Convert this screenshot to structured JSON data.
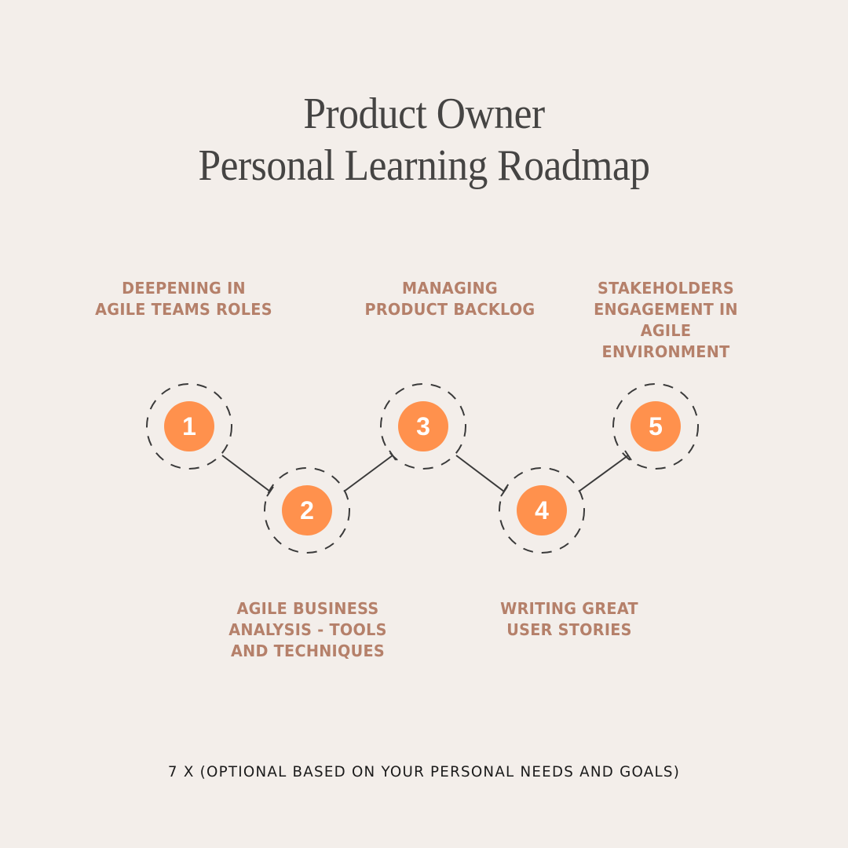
{
  "title": {
    "line1": "Product Owner",
    "line2": "Personal Learning Roadmap"
  },
  "colors": {
    "background": "#f3eeea",
    "title": "#454443",
    "label": "#b5806a",
    "node_fill": "#ff914d",
    "node_text": "#ffffff",
    "line": "#3a3a3a",
    "footer": "#1a1a1a"
  },
  "steps": [
    {
      "number": "1",
      "label": "DEEPENING IN\nAGILE TEAMS ROLES"
    },
    {
      "number": "2",
      "label": "AGILE BUSINESS\nANALYSIS - TOOLS\nAND TECHNIQUES"
    },
    {
      "number": "3",
      "label": "MANAGING\nPRODUCT BACKLOG"
    },
    {
      "number": "4",
      "label": "WRITING GREAT\nUSER STORIES"
    },
    {
      "number": "5",
      "label": "STAKEHOLDERS\nENGAGEMENT IN\nAGILE\nENVIRONMENT"
    }
  ],
  "footer": "7 X (OPTIONAL BASED ON YOUR PERSONAL NEEDS AND GOALS)"
}
